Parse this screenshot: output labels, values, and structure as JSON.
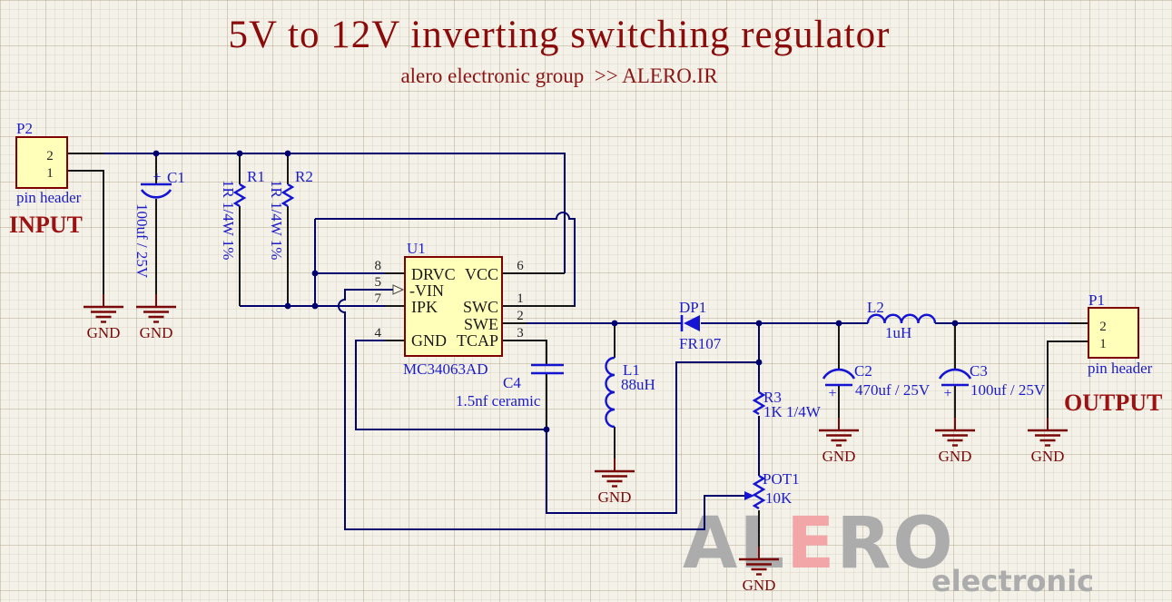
{
  "title": {
    "text": "5V to 12V inverting switching regulator",
    "subtitle": "alero electronic group  >> ALERO.IR"
  },
  "colors": {
    "background": "#F3F1E8",
    "wire": "#00006E",
    "pin_wire": "#161616",
    "symbol_blue": "#1414D2",
    "designator_blue": "#1C1CC8",
    "ground_maroon": "#7A0808",
    "port_red": "#9C1111",
    "title_red": "#8B0A0A",
    "component_fill": "#FFFFB9",
    "component_border": "#7E0000",
    "watermark_gray": "#ACACAC",
    "watermark_pink": "#F2A6A8"
  },
  "gnd": "GND",
  "input": {
    "ref": "P2",
    "type": "pin header",
    "port": "INPUT",
    "pin_top": "2",
    "pin_bottom": "1"
  },
  "output": {
    "ref": "P1",
    "type": "pin header",
    "port": "OUTPUT",
    "pin_top": "2",
    "pin_bottom": "1"
  },
  "c1": {
    "ref": "C1",
    "value": "100uf / 25V",
    "plus": "+"
  },
  "r1": {
    "ref": "R1",
    "value": "1R 1/4W 1%"
  },
  "r2": {
    "ref": "R2",
    "value": "1R 1/4W 1%"
  },
  "u1": {
    "ref": "U1",
    "part": "MC34063AD",
    "pins_left": [
      {
        "num": "8",
        "name": "DRVC"
      },
      {
        "num": "5",
        "name": "-VIN"
      },
      {
        "num": "7",
        "name": "IPK"
      },
      {
        "num": "4",
        "name": "GND"
      }
    ],
    "pins_right": [
      {
        "num": "6",
        "name": "VCC"
      },
      {
        "num": "1",
        "name": "SWC"
      },
      {
        "num": "2",
        "name": "SWE"
      },
      {
        "num": "3",
        "name": "TCAP"
      }
    ]
  },
  "c4": {
    "ref": "C4",
    "value": "1.5nf ceramic"
  },
  "l1": {
    "ref": "L1",
    "value": "88uH"
  },
  "dp1": {
    "ref": "DP1",
    "part": "FR107"
  },
  "r3": {
    "ref": "R3",
    "value": "1K 1/4W"
  },
  "pot1": {
    "ref": "POT1",
    "value": "10K"
  },
  "l2": {
    "ref": "L2",
    "value": "1uH"
  },
  "c2": {
    "ref": "C2",
    "value": "470uf / 25V",
    "plus": "+"
  },
  "c3": {
    "ref": "C3",
    "value": "100uf / 25V",
    "plus": "+"
  },
  "watermark": {
    "left": "AL",
    "mid": "E",
    "right": "RO",
    "sub": "electronic"
  }
}
